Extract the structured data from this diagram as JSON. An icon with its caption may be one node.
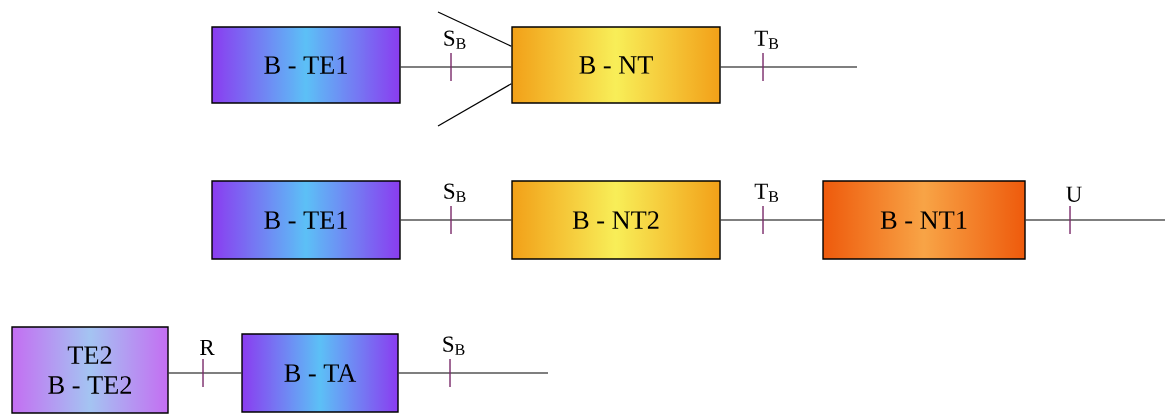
{
  "diagram": {
    "nodes": [
      {
        "text": [
          "B - TE1"
        ]
      },
      {
        "text": [
          "B - NT"
        ]
      },
      {
        "text": [
          "B - TE1"
        ]
      },
      {
        "text": [
          "B - NT2"
        ]
      },
      {
        "text": [
          "B - NT1"
        ]
      },
      {
        "text": [
          "TE2",
          "B - TE2"
        ]
      },
      {
        "text": [
          "B - TA"
        ]
      }
    ],
    "edges": [
      {
        "from": 0,
        "to": 1,
        "arrow": "none",
        "label": "S$_{B}$"
      },
      {
        "from": null,
        "to": 1,
        "arrow": "none"
      },
      {
        "from": null,
        "to": 1,
        "arrow": "none"
      },
      {
        "from": 1,
        "to": null,
        "arrow": "none",
        "label": "T$_{B}$"
      },
      {
        "from": 2,
        "to": 3,
        "arrow": "none",
        "label": "S$_{B}$"
      },
      {
        "from": 3,
        "to": 4,
        "arrow": "none",
        "label": "T$_{B}$"
      },
      {
        "from": 4,
        "to": null,
        "arrow": "none",
        "label": "U"
      },
      {
        "from": 5,
        "to": 6,
        "arrow": "none",
        "label": "R"
      },
      {
        "from": 6,
        "to": null,
        "arrow": "none",
        "label": "S$_{B}$"
      }
    ]
  }
}
